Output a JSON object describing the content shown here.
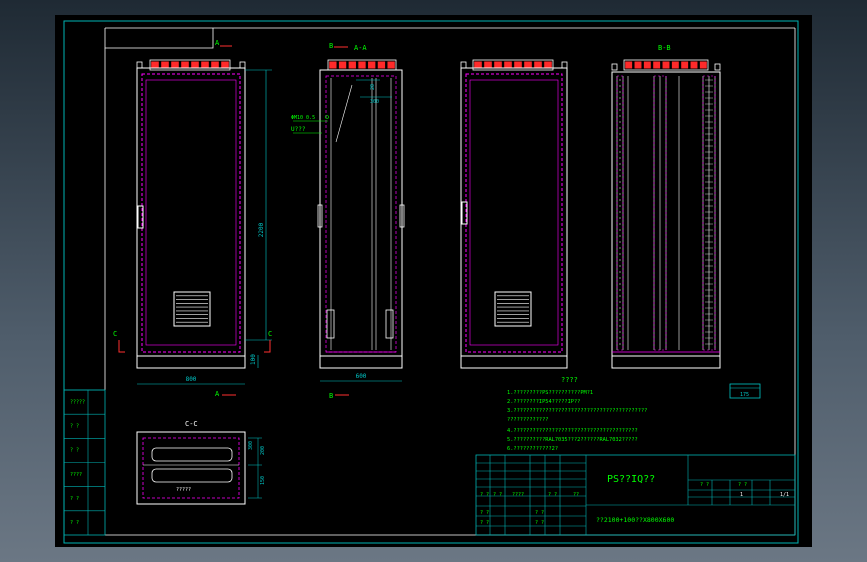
{
  "colors": {
    "sheet": "#000000",
    "frame": "#ffffff",
    "border": "#00b4b4",
    "cabinet": "#ffffff",
    "door": "#ff00ff",
    "dim": "#00c8c8",
    "label_green": "#00ff00",
    "label_white": "#ffffff",
    "terminal": "#ff2a2a",
    "arrow": "#ff3030"
  },
  "views": {
    "a_a": "A-A",
    "b_b": "B-B",
    "c_c": "C-C",
    "mark_a": "A",
    "mark_b": "B",
    "mark_c": "C"
  },
  "dimensions": {
    "height": "2200",
    "width": "800",
    "base": "100",
    "depth": "600",
    "small_1": "20",
    "small_2": "300",
    "cc_1": "300",
    "cc_2": "200",
    "cc_3": "150",
    "tag": "175"
  },
  "callouts": {
    "side_label_1": "ΦM10 0.5",
    "side_label_2": "U???",
    "cc_label": "?????"
  },
  "notes": {
    "title": "????",
    "lines": [
      "1.?????????PS??????????PM?1",
      "2.????????IP54?????IP??",
      "3.??????????????????????????????????????????",
      "  ?????????????",
      "4.???????????????????????????????????????",
      "5.??????????RAL7035???2??????RAL7032?????",
      "6.????????????2?"
    ]
  },
  "title_block": {
    "name": "PS??IQ??",
    "spec": "??2100+100??X800X600",
    "sheet_a": "1",
    "sheet_b": "1/1",
    "left_labels": [
      "?????",
      "? ?",
      "? ?",
      "????",
      "? ?",
      "? ?"
    ],
    "cells": [
      "? ?",
      "? ?",
      "????",
      "? ?",
      "??",
      "? ?",
      "? ?",
      "? ?",
      "? ?",
      "? ?",
      "? ?"
    ]
  }
}
